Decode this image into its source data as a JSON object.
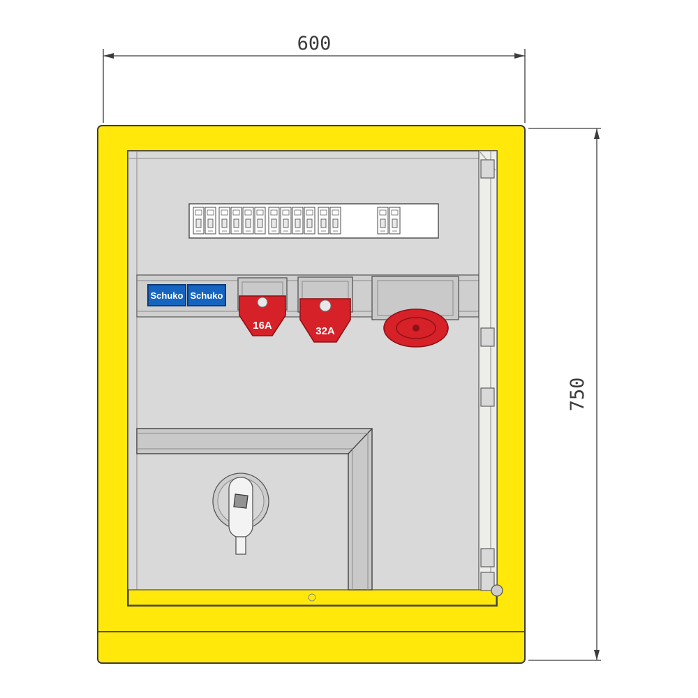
{
  "dimensions": {
    "width_label": "600",
    "height_label": "750"
  },
  "sockets": {
    "schuko_left_label": "Schuko",
    "schuko_right_label": "Schuko",
    "cee_16_label": "16A",
    "cee_32_label": "32A"
  },
  "breaker_strip": {
    "module_positions_x": [
      277,
      294,
      314,
      331,
      348,
      365,
      385,
      402,
      419,
      436,
      456,
      473,
      541,
      558
    ]
  },
  "colors": {
    "enclosure_yellow": "#FFE80A",
    "panel_gray": "#D9D9D9",
    "schuko_blue": "#1565C0",
    "cee_red": "#D62128",
    "line": "#3C3C3C"
  }
}
